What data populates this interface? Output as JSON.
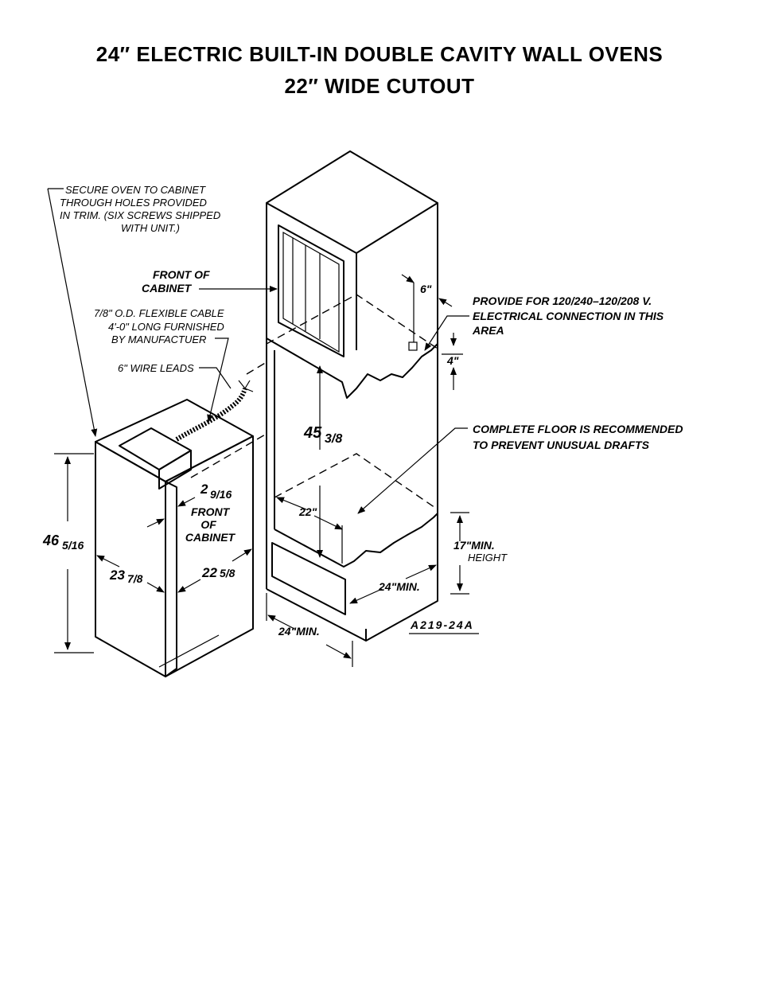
{
  "title": {
    "line1": "24″ ELECTRIC BUILT-IN DOUBLE CAVITY WALL OVENS",
    "line2": "22″ WIDE CUTOUT"
  },
  "notes": {
    "secure": [
      "SECURE OVEN TO CABINET",
      "THROUGH HOLES PROVIDED",
      "IN TRIM. (SIX SCREWS SHIPPED",
      "WITH UNIT.)"
    ],
    "front_of_cabinet_top": [
      "FRONT OF",
      "CABINET"
    ],
    "flexible_cable": [
      "7/8\" O.D. FLEXIBLE CABLE",
      "4'-0\" LONG FURNISHED",
      "BY MANUFACTUER"
    ],
    "wire_leads": "6\" WIRE LEADS",
    "provide_for": [
      "PROVIDE FOR 120/240–120/208 V.",
      "ELECTRICAL CONNECTION IN THIS",
      "AREA"
    ],
    "complete_floor": [
      "COMPLETE FLOOR IS RECOMMENDED",
      "TO PREVENT UNUSUAL DRAFTS"
    ],
    "front_of_cabinet_side": [
      "FRONT",
      "OF",
      "CABINET"
    ],
    "min_height": "17\"MIN.",
    "height_word": "HEIGHT",
    "drawing_id": "A219-24A"
  },
  "dimensions": {
    "oven_height_whole": "46",
    "oven_height_frac": "5/16",
    "oven_width_whole": "23",
    "oven_width_frac": "7/8",
    "oven_depth_whole": "22",
    "oven_depth_frac": "5/8",
    "trim_whole": "2",
    "trim_frac": "9/16",
    "cutout_height_whole": "45",
    "cutout_height_frac": "3/8",
    "cutout_width": "22\"",
    "depth_min": "24\"MIN.",
    "width_min": "24\"MIN.",
    "top_gap": "6\"",
    "side_gap": "4\""
  }
}
